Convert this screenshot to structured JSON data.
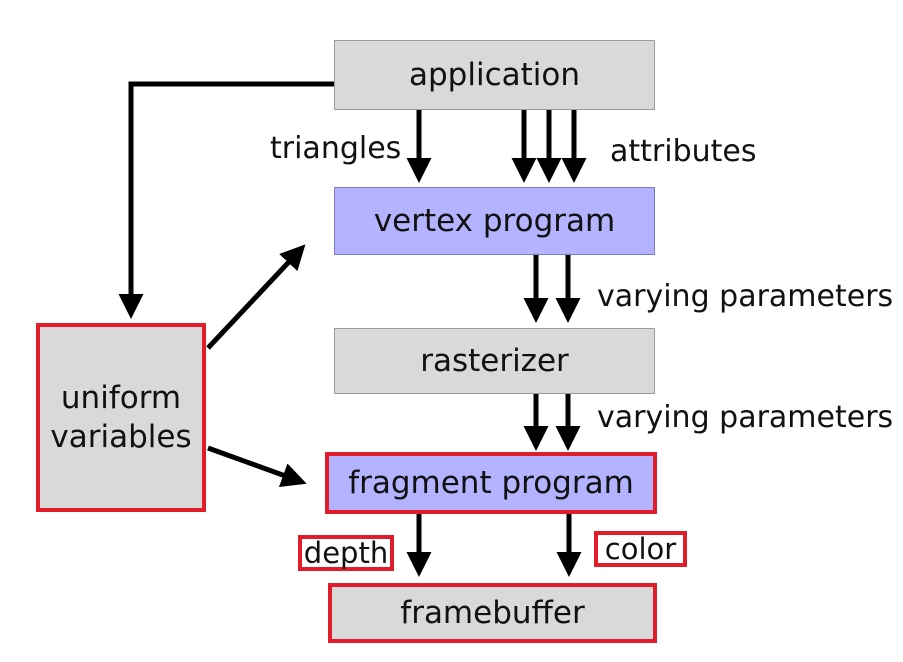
{
  "nodes": {
    "application": "application",
    "vertex_program": "vertex program",
    "rasterizer": "rasterizer",
    "fragment_program": "fragment program",
    "framebuffer": "framebuffer",
    "uniform_line1": "uniform",
    "uniform_line2": "variables"
  },
  "edge_labels": {
    "triangles": "triangles",
    "attributes": "attributes",
    "varying_1": "varying parameters",
    "varying_2": "varying parameters",
    "depth": "depth",
    "color": "color"
  },
  "colors": {
    "gray_box": "#d9d9d9",
    "program_box": "#b3b3ff",
    "highlight": "#e11d2b",
    "arrow": "#000000"
  }
}
